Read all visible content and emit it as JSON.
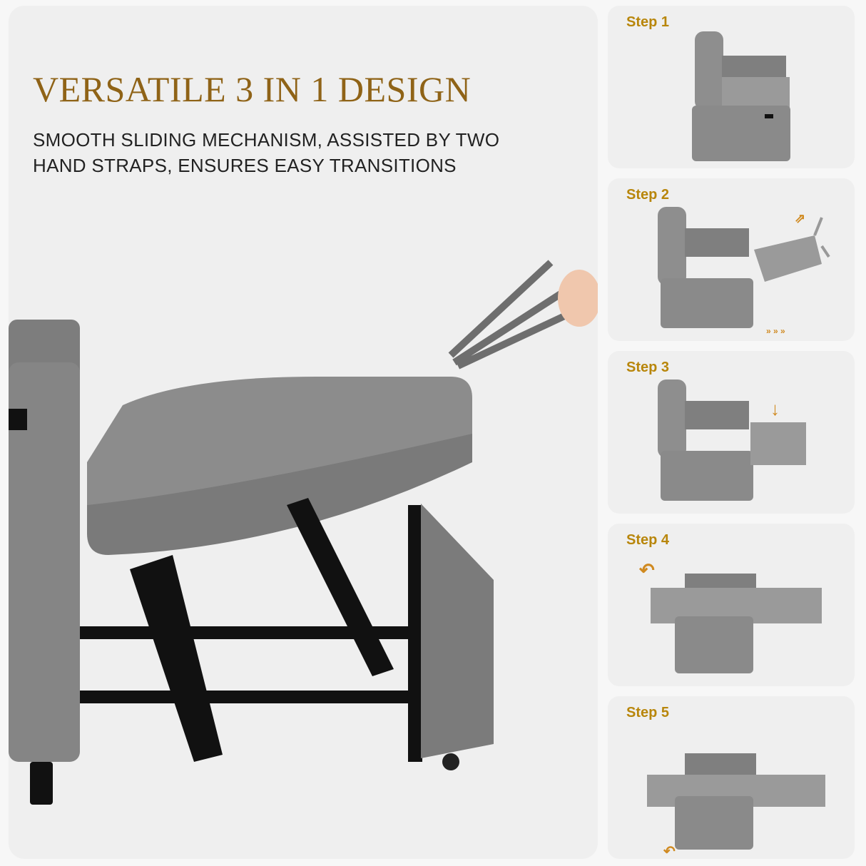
{
  "headline": "VERSATILE 3 IN 1 DESIGN",
  "subtitle_lines": [
    "SMOOTH SLIDING MECHANISM, ASSISTED BY TWO",
    "HAND STRAPS, ENSURES EASY TRANSITIONS"
  ],
  "steps": [
    {
      "label": "Step 1"
    },
    {
      "label": "Step 2"
    },
    {
      "label": "Step 3"
    },
    {
      "label": "Step 4"
    },
    {
      "label": "Step 5"
    }
  ],
  "colors": {
    "headline": "#8f6317",
    "step_label": "#b8860b",
    "fabric": "#8a8a8a",
    "frame": "#111111"
  }
}
